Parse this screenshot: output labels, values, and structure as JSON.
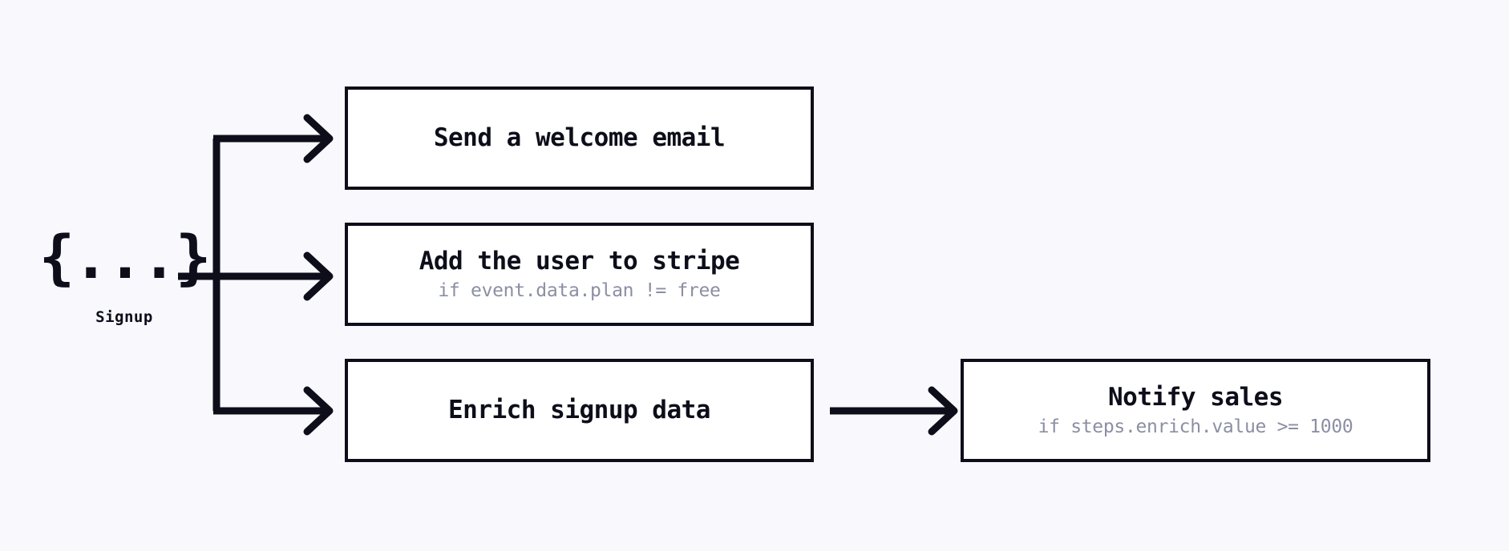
{
  "canvas": {
    "background_color": "#f8f8fd",
    "stroke_color": "#0d0e1a",
    "box_fill_color": "#ffffff",
    "condition_text_color": "#8b8fa3"
  },
  "trigger": {
    "icon": "json-braces-icon",
    "glyph": "{...}",
    "label": "Signup"
  },
  "steps": [
    {
      "id": "step-1",
      "title": "Send a welcome email",
      "condition": ""
    },
    {
      "id": "step-2",
      "title": "Add the user to stripe",
      "condition": "if event.data.plan != free"
    },
    {
      "id": "step-3",
      "title": "Enrich signup data",
      "condition": ""
    },
    {
      "id": "step-4",
      "title": "Notify sales",
      "condition": "if steps.enrich.value >= 1000"
    }
  ],
  "connectors": [
    {
      "name": "trigger-to-branch-trunk",
      "from": "trigger",
      "to": "branch-point"
    },
    {
      "name": "branch-to-step-1",
      "from": "branch-point",
      "to": "step-1"
    },
    {
      "name": "branch-to-step-2",
      "from": "branch-point",
      "to": "step-2"
    },
    {
      "name": "branch-to-step-3",
      "from": "branch-point",
      "to": "step-3"
    },
    {
      "name": "step-3-to-step-4",
      "from": "step-3",
      "to": "step-4"
    }
  ]
}
